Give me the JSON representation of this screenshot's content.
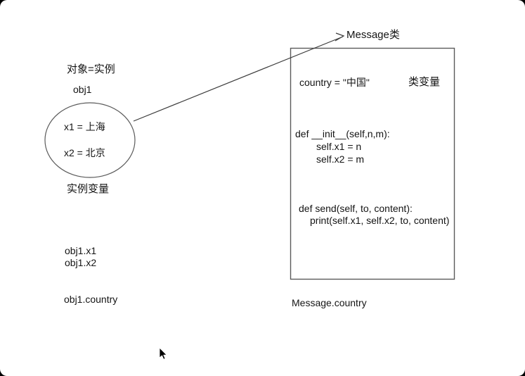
{
  "diagram": {
    "class_title": "Message类",
    "left": {
      "object_label": "对象=实例",
      "instance_name": "obj1",
      "instance_vars": [
        "x1 = 上海",
        "x2 = 北京"
      ],
      "instance_vars_label": "实例变量",
      "access_lines": [
        "obj1.x1",
        "obj1.x2"
      ],
      "access_country": "obj1.country"
    },
    "class_box": {
      "class_var_line": "country = \"中国\"",
      "class_var_label": "类变量",
      "init_def": "def __init__(self,n,m):",
      "init_body": [
        "self.x1 = n",
        "self.x2 = m"
      ],
      "send_def": "def send(self, to, content):",
      "send_body": "print(self.x1, self.x2, to, content)"
    },
    "class_access": "Message.country"
  },
  "colors": {
    "background": "#ffffff",
    "page_frame": "#000000",
    "text": "#141414",
    "shape_stroke": "#5a5a5a",
    "arrow_stroke": "#3c3c3c"
  }
}
